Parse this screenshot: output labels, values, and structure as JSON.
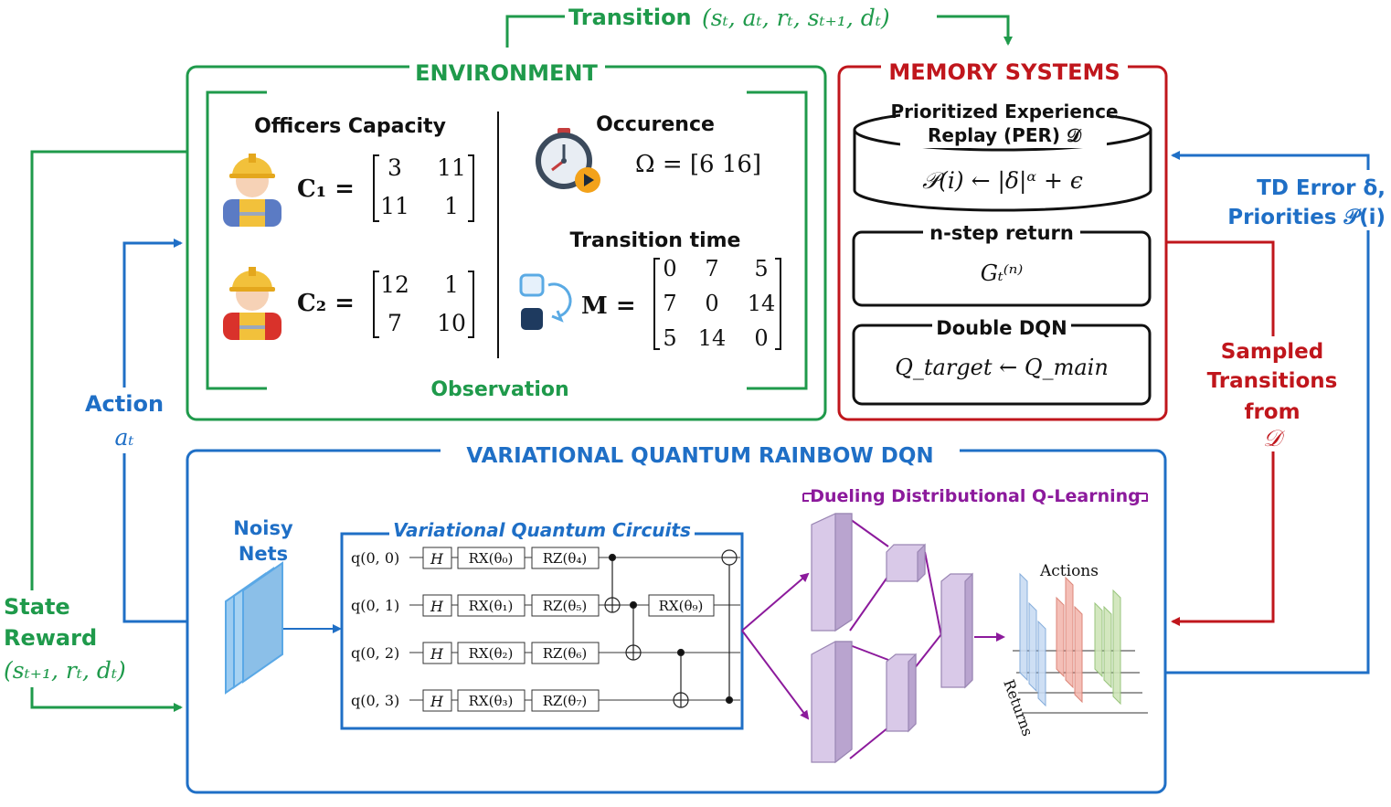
{
  "colors": {
    "green": "#1f9a4b",
    "red": "#c0161c",
    "blue": "#1f6fc6",
    "purple": "#8c1a9c",
    "block_purple": "#d9c9e8"
  },
  "transition": {
    "label": "Transition",
    "tuple": "(sₜ, aₜ, rₜ, sₜ₊₁, dₜ)"
  },
  "environment": {
    "title": "ENVIRONMENT",
    "officers_title": "Officers Capacity",
    "c1_label": "C₁ =",
    "c1": [
      [
        "3",
        "11"
      ],
      [
        "11",
        "1"
      ]
    ],
    "c2_label": "C₂ =",
    "c2": [
      [
        "12",
        "1"
      ],
      [
        "7",
        "10"
      ]
    ],
    "occurence_title": "Occurence",
    "omega": "Ω = [6  16]",
    "transition_time_title": "Transition time",
    "m_label": "M =",
    "m": [
      [
        "0",
        "7",
        "5"
      ],
      [
        "7",
        "0",
        "14"
      ],
      [
        "5",
        "14",
        "0"
      ]
    ],
    "observation_label": "Observation"
  },
  "memory": {
    "title": "MEMORY SYSTEMS",
    "per_title_line1": "Prioritized Experience",
    "per_title_line2": "Replay (PER) 𝒟",
    "per_formula": "𝒫(i) ← |δ|ᵅ + ϵ",
    "nstep_title": "n-step return",
    "nstep_formula": "Gₜ⁽ⁿ⁾",
    "ddqn_title": "Double DQN",
    "ddqn_formula": "Q_target ← Q_main"
  },
  "side_labels": {
    "td_line1": "TD Error δ,",
    "td_line2": "Priorities  𝒫(i)",
    "sampled_line1": "Sampled",
    "sampled_line2": "Transitions",
    "sampled_line3": "from",
    "sampled_line4": "𝒟",
    "action_title": "Action",
    "action_symbol": "aₜ",
    "state_line1": "State",
    "state_line2": "Reward",
    "state_tuple": "(sₜ₊₁, rₜ, dₜ)"
  },
  "vqrdqn": {
    "title": "VARIATIONAL QUANTUM RAINBOW DQN",
    "noisy_line1": "Noisy",
    "noisy_line2": "Nets",
    "vqc_title": "Variational Quantum Circuits",
    "qubits": [
      "q(0, 0)",
      "q(0, 1)",
      "q(0, 2)",
      "q(0, 3)"
    ],
    "h_gate": "H",
    "rx_gates": [
      "RX(θ₀)",
      "RX(θ₁)",
      "RX(θ₂)",
      "RX(θ₃)"
    ],
    "rz_gates": [
      "RZ(θ₄)",
      "RZ(θ₅)",
      "RZ(θ₆)",
      "RZ(θ₇)"
    ],
    "rx9_gate": "RX(θ₉)",
    "dueling_title": "Dueling Distributional Q-Learning",
    "actions_label": "Actions",
    "returns_label": "Returns"
  }
}
